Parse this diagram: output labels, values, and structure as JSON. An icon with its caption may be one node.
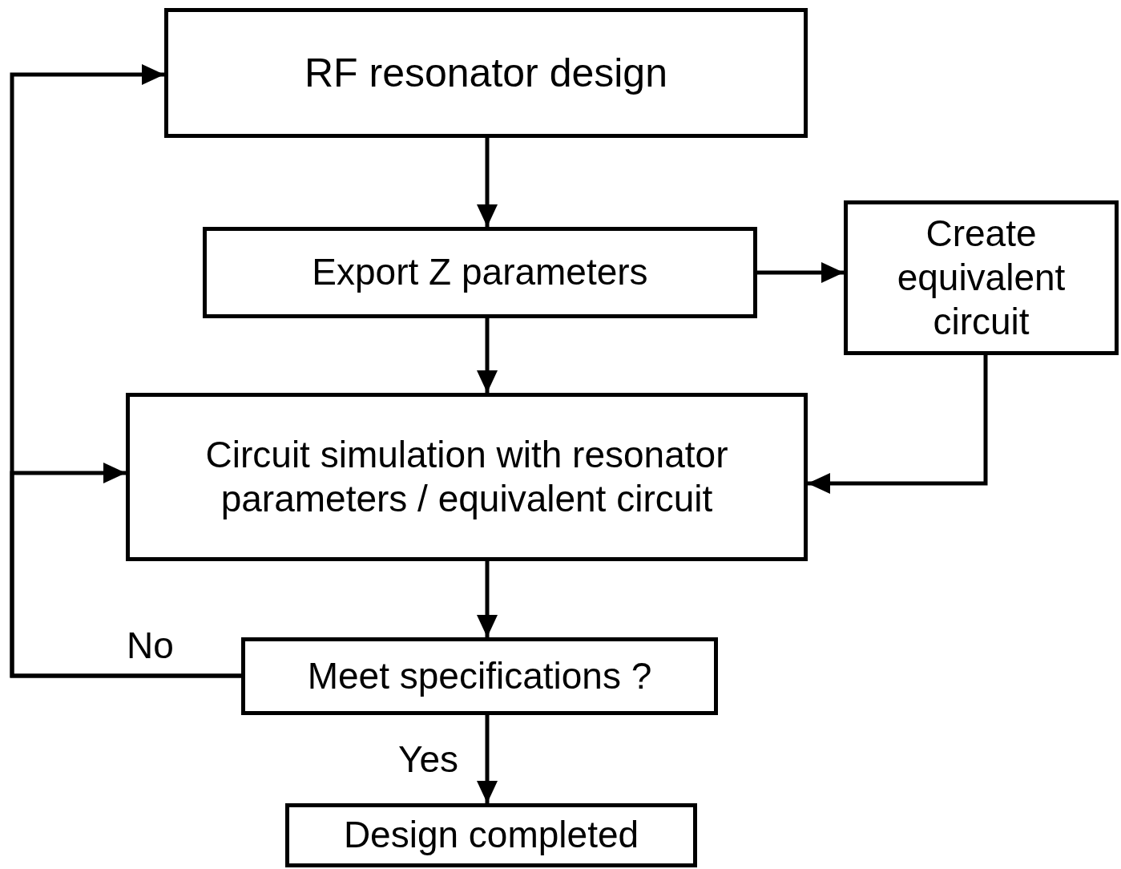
{
  "diagram": {
    "nodes": [
      {
        "text": [
          "RF resonator design"
        ]
      },
      {
        "text": [
          "Export Z parameters"
        ]
      },
      {
        "text": [
          "Create equivalent circuit"
        ]
      },
      {
        "text": [
          "Circuit simulation with resonator parameters / equivalent circuit"
        ]
      },
      {
        "text": [
          "Meet specifications ?"
        ]
      },
      {
        "text": [
          "Design completed"
        ]
      }
    ],
    "edges": [
      {
        "from": 0,
        "to": 1,
        "arrow": "to"
      },
      {
        "from": 1,
        "to": 2,
        "arrow": "to"
      },
      {
        "from": 1,
        "to": 3,
        "arrow": "to"
      },
      {
        "from": 2,
        "to": 3,
        "arrow": "to"
      },
      {
        "from": 3,
        "to": 4,
        "arrow": "to"
      },
      {
        "from": 4,
        "to": 5,
        "label": "Yes",
        "arrow": "to"
      },
      {
        "from": 4,
        "to": 0,
        "label": "No",
        "arrow": "to"
      },
      {
        "from": 4,
        "to": 3,
        "arrow": "to"
      }
    ]
  }
}
